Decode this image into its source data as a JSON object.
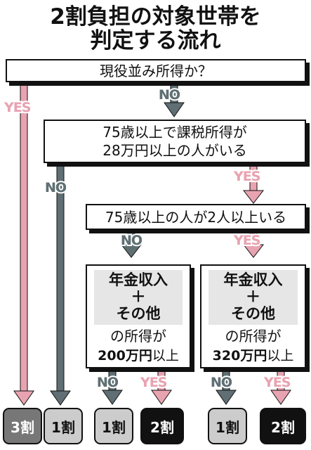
{
  "title": {
    "line1": "2割負担の対象世帯を",
    "line2": "判定する流れ"
  },
  "colors": {
    "yes_arrow": "#e8a3b1",
    "no_arrow": "#5f6f74",
    "dark_result": "#111111",
    "light_result": "#cccccc",
    "pink_result": "#777777"
  },
  "q1": "現役並み所得か？",
  "q2": {
    "line1": "75歳以上で課税所得が",
    "line2": "28万円以上の人がいる"
  },
  "q3": "75歳以上の人が2人以上いる",
  "q4": {
    "line1": "年金収入",
    "plus": "＋",
    "line3": "その他",
    "line4": "の所得が",
    "amount": "200万円",
    "suffix": "以上"
  },
  "q5": {
    "line1": "年金収入",
    "plus": "＋",
    "line3": "その他",
    "line4": "の所得が",
    "amount": "320万円",
    "suffix": "以上"
  },
  "labels": {
    "yes": "YES",
    "no": "NO"
  },
  "results": {
    "r1": "3割",
    "r2": "1割",
    "r3": "1割",
    "r4": "2割",
    "r5": "1割",
    "r6": "2割"
  }
}
